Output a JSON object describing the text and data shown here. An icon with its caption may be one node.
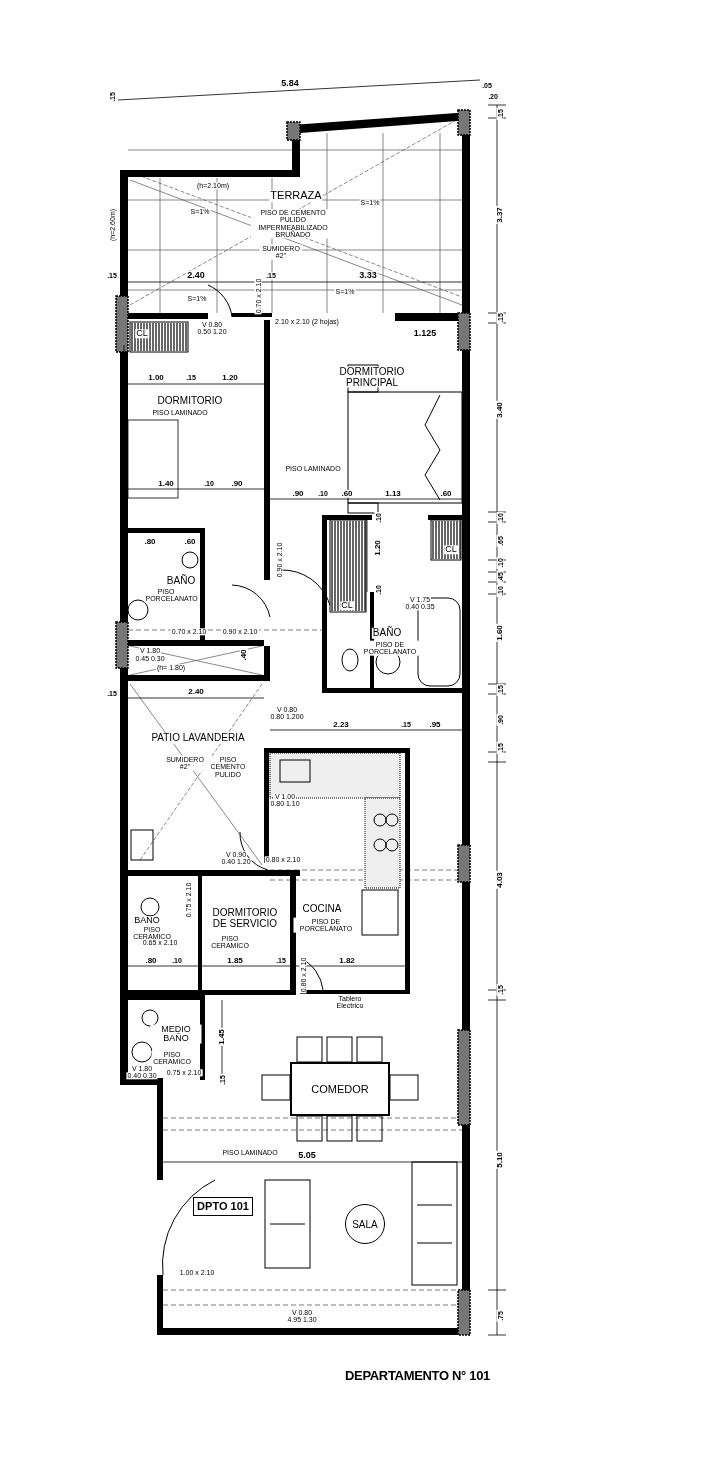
{
  "diagram": {
    "caption": "DEPARTAMENTO N° 101",
    "nodes": [
      {
        "text": [
          "COMEDOR"
        ]
      },
      {
        "text": [
          "DPTO 101"
        ]
      },
      {
        "text": [
          "SALA"
        ]
      }
    ],
    "labels": [
      "5.84",
      ".15",
      ".05",
      ".20",
      "(h=2.10m)",
      "TERRAZA",
      "PISO DE CEMENTO PULIDO IMPERMEABILIZADO BRUÑADO",
      "S=1%",
      "S=1%",
      "SUMIDERO #2\"",
      "(h=2.60m)",
      "S=1%",
      "S=1%",
      ".15",
      "2.40",
      ".15",
      "3.33",
      "0.70 x 2.10",
      ".15",
      "3.37",
      ".15",
      "CL",
      "V 0.80",
      "0.50 1.20",
      "2.10 x 2.10 (2 hojas)",
      "1.125",
      "3.40",
      "1.00",
      ".15",
      "1.20",
      "DORMITORIO",
      "PISO LAMINADO",
      "DORMITORIO PRINCIPAL",
      "PISO LAMINADO",
      "1.40",
      ".10",
      ".90",
      ".90",
      ".10",
      ".60",
      "1.13",
      ".60",
      ".10",
      ".65",
      ".10",
      ".45",
      ".10",
      "1.20",
      ".10",
      ".10",
      "CL",
      "CL",
      "0.90 x 2.10",
      ".80",
      ".60",
      "BAÑO",
      "PISO PORCELANATO",
      "0.70 x 2.10",
      "0.90 x 2.10",
      "V 1.75",
      "0.40 0.35",
      "BAÑO",
      "PISO DE PORCELANATO",
      "1.60",
      "V 1.80",
      "0.45 0.30",
      ".40",
      "(h= 1.80)",
      ".15",
      "2.40",
      ".15",
      "V 0.80",
      "0.80 1.200",
      "2.23",
      ".15",
      ".95",
      ".90",
      ".15",
      "PATIO LAVANDERIA",
      "SUMIDERO #2\"",
      "PISO CEMENTO PULIDO",
      "V 1.00",
      "0.80 1.10",
      "V 0.90",
      "0.40 1.20",
      "0.80 x 2.10",
      "4.03",
      "BAÑO",
      "PISO CERAMICO",
      "0.65 x 2.10",
      "DORMITORIO DE SERVICIO",
      "PISO CERAMICO",
      "0.75 x 2.10",
      "COCINA",
      "PISO DE PORCELANATO",
      ".80",
      ".10",
      "1.85",
      ".15",
      "1.82",
      "0.80 x 2.10",
      "Tablero Electrico",
      "MEDIO BAÑO",
      "PISO CERAMICO",
      "V 1.80",
      "0.40 0.30",
      "0.75 x 2.10",
      "1.45",
      ".15",
      ".15",
      "PISO LAMINADO",
      "5.05",
      "5.10",
      "1.00 x 2.10",
      "V 0.80",
      "4.95 1.30",
      ".75"
    ]
  }
}
